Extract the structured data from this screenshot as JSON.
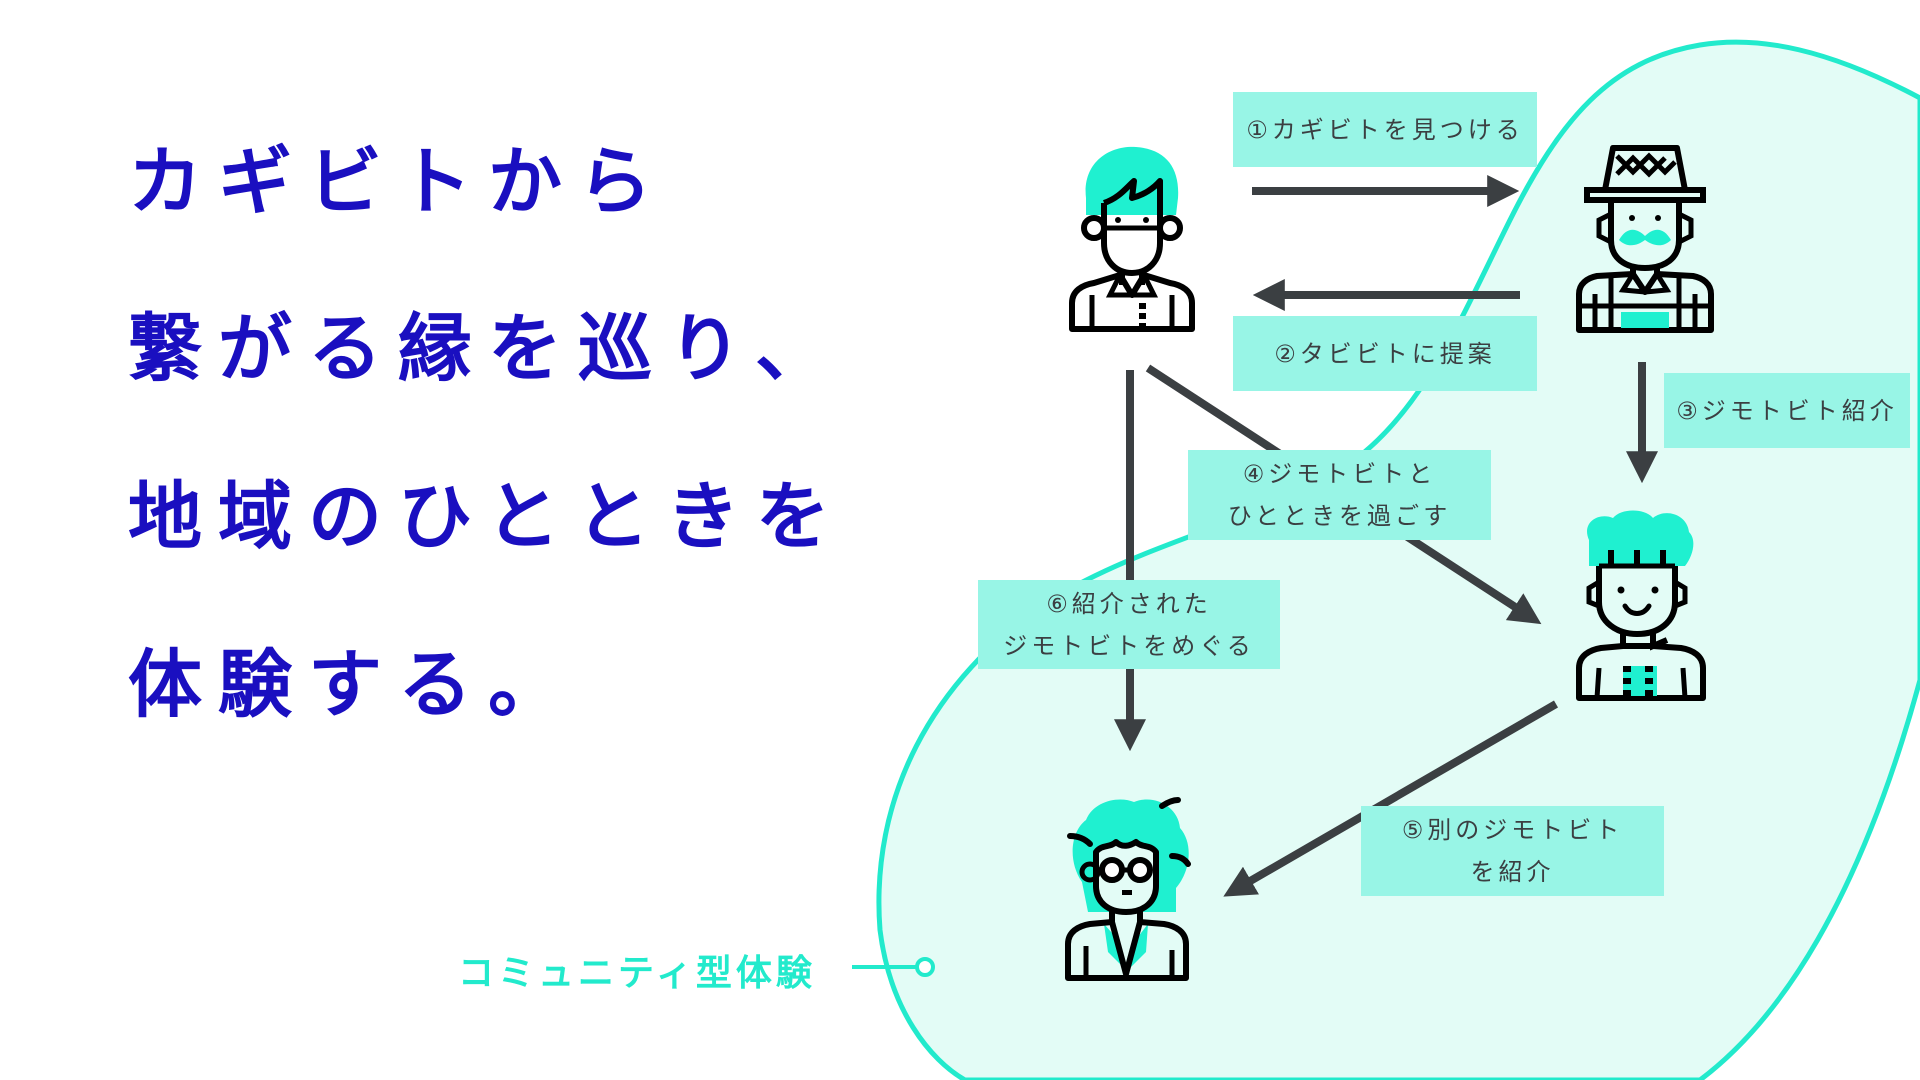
{
  "headline": {
    "lines": [
      "カギビトから",
      "繋がる縁を巡り、",
      "地域のひとときを",
      "体験する。"
    ],
    "color": "#1a0fc0"
  },
  "diagram": {
    "steps": [
      {
        "id": 1,
        "lines": [
          "①カギビトを見つける"
        ]
      },
      {
        "id": 2,
        "lines": [
          "②タビビトに提案"
        ]
      },
      {
        "id": 3,
        "lines": [
          "③ジモトビト紹介"
        ]
      },
      {
        "id": 4,
        "lines": [
          "④ジモトビトと",
          "ひとときを過ごす"
        ]
      },
      {
        "id": 5,
        "lines": [
          "⑤別のジモトビト",
          "を紹介"
        ]
      },
      {
        "id": 6,
        "lines": [
          "⑥紹介された",
          "ジモトビトをめぐる"
        ]
      }
    ],
    "people": [
      {
        "role": "traveler",
        "icon": "masked-person-icon"
      },
      {
        "role": "kagibito",
        "icon": "farmer-person-icon"
      },
      {
        "role": "jimotobito",
        "icon": "chef-person-icon"
      },
      {
        "role": "another-jimotobito",
        "icon": "curly-hair-glasses-person-icon"
      }
    ],
    "region_label": "コミュニティ型体験",
    "colors": {
      "label_bg": "#98f5e6",
      "region_fill": "#e3fcf6",
      "region_stroke": "#22eacc",
      "accent": "#1ff0d0",
      "arrow": "#3b3f42",
      "icon_stroke": "#000000"
    }
  }
}
